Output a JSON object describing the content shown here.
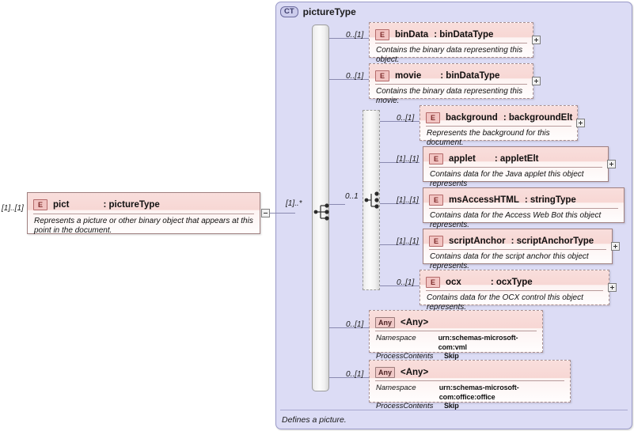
{
  "diagram": {
    "type": "xsd-schema-diagram",
    "root_occurrence": "[1]..[1]",
    "root_element": {
      "icon": "element-badge-E",
      "name": "pict",
      "type": ": pictureType",
      "description": "Represents a picture or other binary object that appears at this point in the document.",
      "expander": "collapse-minus"
    },
    "complex_type": {
      "badge": "CT",
      "name": "pictureType",
      "footer": "Defines a picture.",
      "sequence_occurrence": "[1]..*",
      "choice_occurrence": "0..1"
    },
    "nodes": [
      {
        "occurrence": "0..[1]",
        "icon": "element-badge-E",
        "name": "binData",
        "type": ": binDataType",
        "description": "Contains the binary data representing this object.",
        "required": false,
        "expander": "expand-plus"
      },
      {
        "occurrence": "0..[1]",
        "icon": "element-badge-E",
        "name": "movie",
        "type": ": binDataType",
        "description": "Contains the binary data representing this movie.",
        "required": false,
        "expander": "expand-plus"
      },
      {
        "occurrence": "0..[1]",
        "icon": "element-badge-E",
        "name": "background",
        "type": ": backgroundElt",
        "description": "Represents the background for this document.",
        "required": false,
        "expander": "expand-plus"
      },
      {
        "occurrence": "[1]..[1]",
        "icon": "element-badge-E",
        "name": "applet",
        "type": ": appletElt",
        "description": "Contains data for the Java applet this object represents",
        "required": true,
        "expander": "expand-plus"
      },
      {
        "occurrence": "[1]..[1]",
        "icon": "element-badge-E",
        "name": "msAccessHTML",
        "type": ": stringType",
        "description": "Contains data for the Access Web Bot this object represents.",
        "required": true,
        "expander": null
      },
      {
        "occurrence": "[1]..[1]",
        "icon": "element-badge-E",
        "name": "scriptAnchor",
        "type": ": scriptAnchorType",
        "description": "Contains data for the script anchor this object represents.",
        "required": true,
        "expander": "expand-plus"
      },
      {
        "occurrence": "0..[1]",
        "icon": "element-badge-E",
        "name": "ocx",
        "type": ": ocxType",
        "description": "Contains data for the OCX control this object represents.",
        "required": false,
        "expander": "expand-plus"
      }
    ],
    "any_nodes": [
      {
        "occurrence": "0..[1]",
        "icon": "any-badge",
        "badge": "Any",
        "title": "<Any>",
        "namespace_label": "Namespace",
        "namespace_value": "urn:schemas-microsoft-com:vml",
        "process_label": "ProcessContents",
        "process_value": "Skip"
      },
      {
        "occurrence": "0..[1]",
        "icon": "any-badge",
        "badge": "Any",
        "title": "<Any>",
        "namespace_label": "Namespace",
        "namespace_value": "urn:schemas-microsoft-com:office:office",
        "process_label": "ProcessContents",
        "process_value": "Skip"
      }
    ],
    "colors": {
      "container_bg": "#dcdcf5",
      "container_border": "#9a9ac8",
      "node_fill_top": "#f7d7d4",
      "node_fill_bottom": "#fffdfd",
      "node_border_required": "#a08080",
      "connector": "#8a8ab0",
      "badge_fill": "#f2c4c2"
    }
  }
}
